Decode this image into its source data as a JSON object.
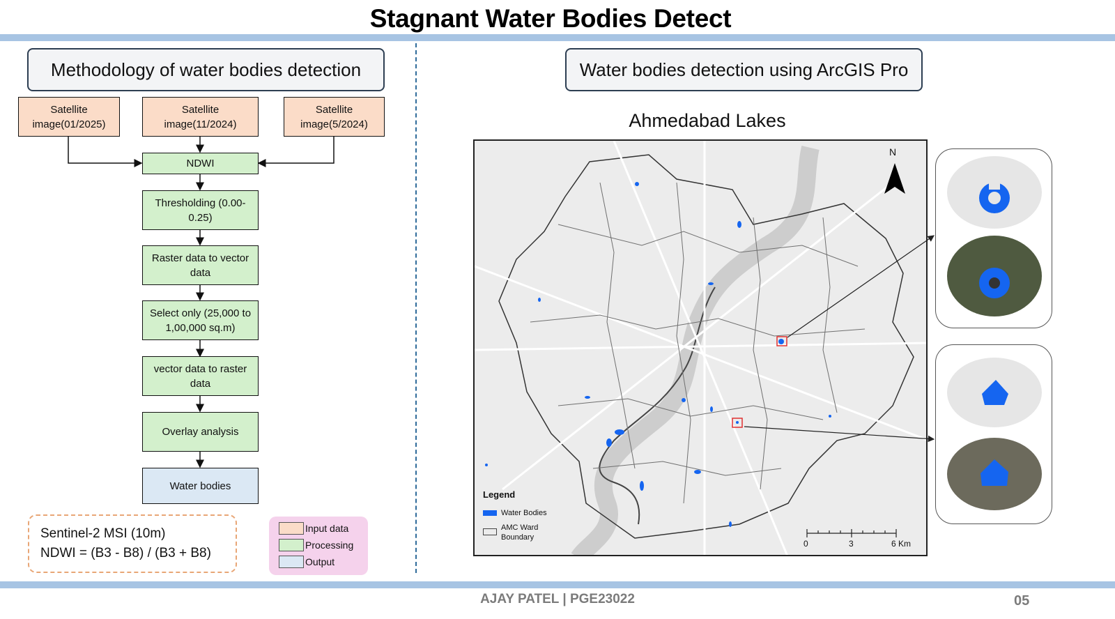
{
  "title": "Stagnant Water Bodies Detect",
  "left": {
    "heading": "Methodology of water bodies detection",
    "inputs": [
      "Satellite image(01/2025)",
      "Satellite image(11/2024)",
      "Satellite image(5/2024)"
    ],
    "steps": [
      "NDWI",
      "Thresholding (0.00-0.25)",
      "Raster data  to vector data",
      "Select only (25,000 to 1,00,000 sq.m)",
      "vector data  to raster data",
      "Overlay analysis"
    ],
    "output": "Water bodies",
    "sentinel": {
      "line1": "Sentinel-2 MSI (10m)",
      "line2": "NDWI = (B3 - B8) / (B3 + B8)"
    },
    "legend": [
      {
        "label": "Input data",
        "color": "#fbdcc8"
      },
      {
        "label": "Processing",
        "color": "#d3f0cc"
      },
      {
        "label": "Output",
        "color": "#dbe8f4"
      }
    ]
  },
  "right": {
    "heading": "Water bodies detection using ArcGIS Pro",
    "map_title": "Ahmedabad Lakes",
    "north": "N",
    "legend_title": "Legend",
    "legend_items": [
      "Water Bodies",
      "AMC Ward Boundary"
    ],
    "scale_labels": [
      "0",
      "3",
      "6 Km"
    ],
    "colors": {
      "water": "#1565f0",
      "boundary": "#444444",
      "road": "#ffffff"
    }
  },
  "footer": {
    "text": "AJAY PATEL | PGE23022",
    "page": "05"
  }
}
